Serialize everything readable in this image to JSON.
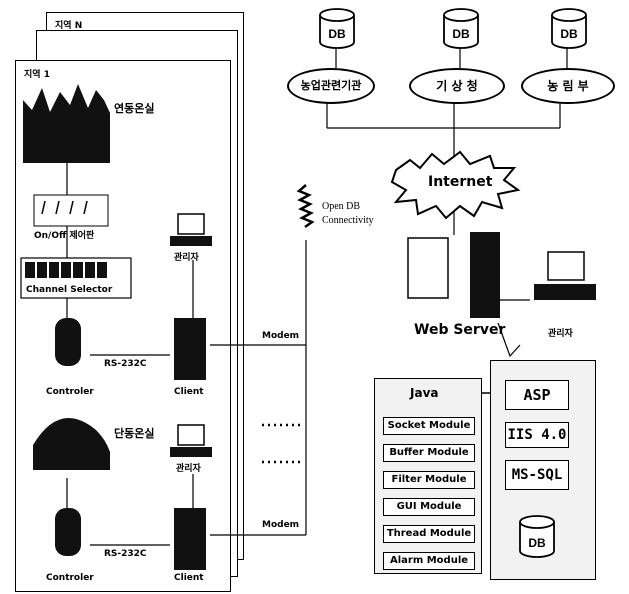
{
  "regions": {
    "back_label": "지역 N",
    "front_label": "지역 1"
  },
  "greenhouse1": {
    "title": "연동온실",
    "switch_label": "On/Off 제어판",
    "selector_label": "Channel Selector",
    "controller_label": "Controler",
    "link_label": "RS-232C",
    "client_label": "Client",
    "admin_label": "관리자",
    "modem_label": "Modem"
  },
  "greenhouse2": {
    "title": "단동온실",
    "controller_label": "Controler",
    "link_label": "RS-232C",
    "client_label": "Client",
    "admin_label": "관리자",
    "modem_label": "Modem"
  },
  "top": {
    "db_label": "DB",
    "org1": "농업관련기관",
    "org2": "기 상 청",
    "org3": "농 림 부"
  },
  "internet_label": "Internet",
  "odbc_label": "Open DB\nConnectivity",
  "server": {
    "web_label": "Web Server",
    "admin_label": "관리자"
  },
  "java": {
    "title": "Java",
    "modules": [
      "Socket Module",
      "Buffer Module",
      "Filter Module",
      "GUI Module",
      "Thread Module",
      "Alarm Module"
    ]
  },
  "stack": {
    "asp": "ASP",
    "iis": "IIS 4.0",
    "sql": "MS-SQL",
    "db": "DB"
  }
}
